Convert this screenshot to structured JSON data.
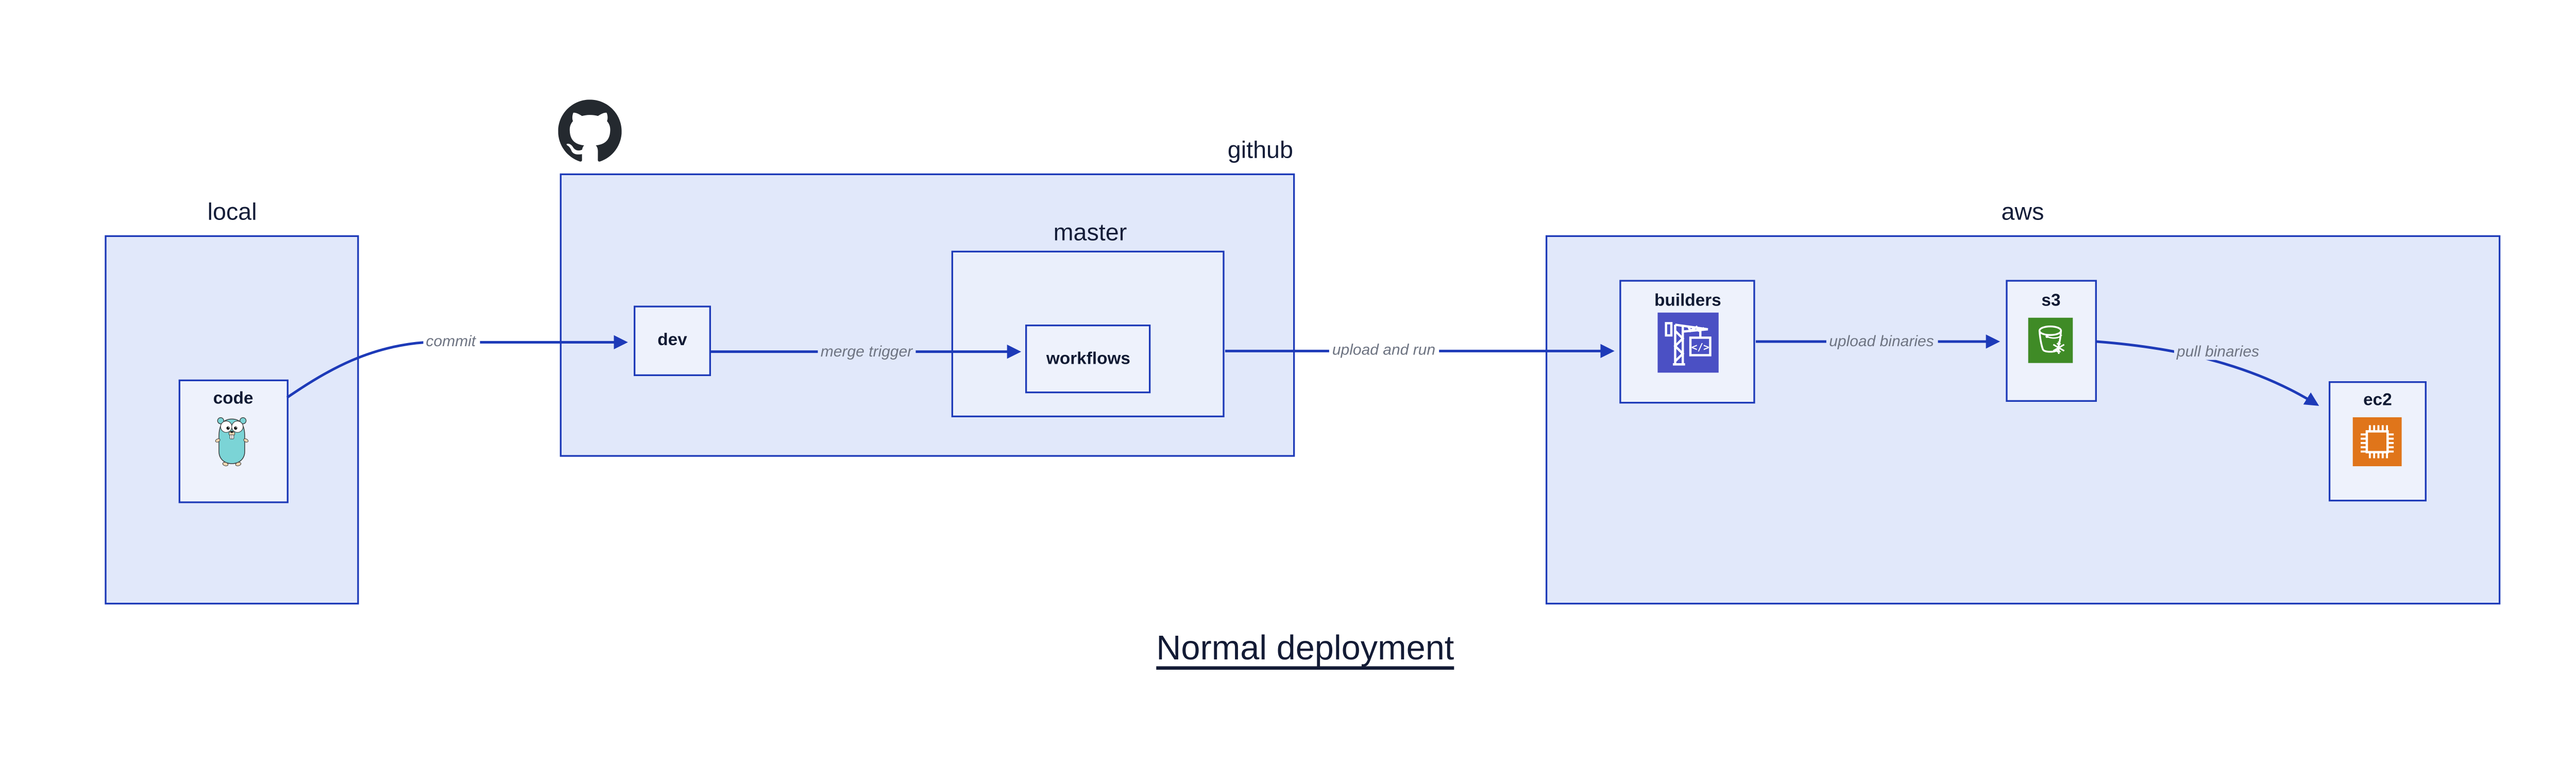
{
  "title": "Normal deployment",
  "containers": {
    "local": {
      "label": "local"
    },
    "github": {
      "label": "github"
    },
    "master": {
      "label": "master"
    },
    "aws": {
      "label": "aws"
    }
  },
  "nodes": {
    "code": {
      "label": "code",
      "icon": "go-gopher-icon"
    },
    "dev": {
      "label": "dev"
    },
    "workflows": {
      "label": "workflows"
    },
    "builders": {
      "label": "builders",
      "icon": "aws-codebuild-crane-icon",
      "icon_glyph": "</>"
    },
    "s3": {
      "label": "s3",
      "icon": "aws-s3-glacier-bucket-icon"
    },
    "ec2": {
      "label": "ec2",
      "icon": "aws-ec2-chip-icon"
    }
  },
  "edges": [
    {
      "from": "code",
      "to": "dev",
      "label": "commit"
    },
    {
      "from": "dev",
      "to": "workflows",
      "label": "merge trigger"
    },
    {
      "from": "workflows",
      "to": "builders",
      "label": "upload and run"
    },
    {
      "from": "builders",
      "to": "s3",
      "label": "upload binaries"
    },
    {
      "from": "s3",
      "to": "ec2",
      "label": "pull binaries"
    }
  ],
  "colors": {
    "diagram_blue_border": "#1d3ab8",
    "container_fill": "#e1e8fa",
    "subcontainer_fill": "#eaeffb",
    "node_fill": "#eef2fc",
    "arrow_blue": "#1d3ab8",
    "edge_label_gray": "#6e7482",
    "dark_text": "#141d38",
    "github_logo_black": "#24292f",
    "codebuild_indigo": "#4b50c4",
    "s3_green": "#3f8b26",
    "ec2_orange": "#e0751a",
    "gopher_teal": "#7bd4d6",
    "gopher_beige": "#f3d8b2"
  }
}
